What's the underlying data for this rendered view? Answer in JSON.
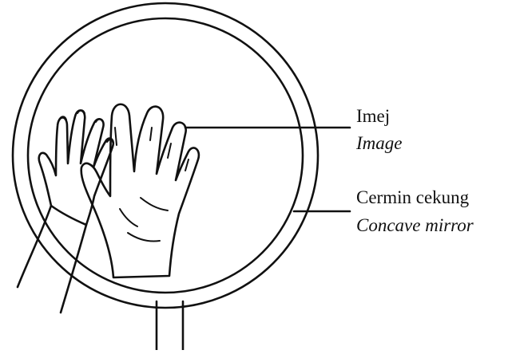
{
  "labels": {
    "image_ms": "Imej",
    "image_en": "Image",
    "mirror_ms": "Cermin cekung",
    "mirror_en": "Concave mirror"
  },
  "colors": {
    "ink": "#111111",
    "background": "#ffffff"
  }
}
